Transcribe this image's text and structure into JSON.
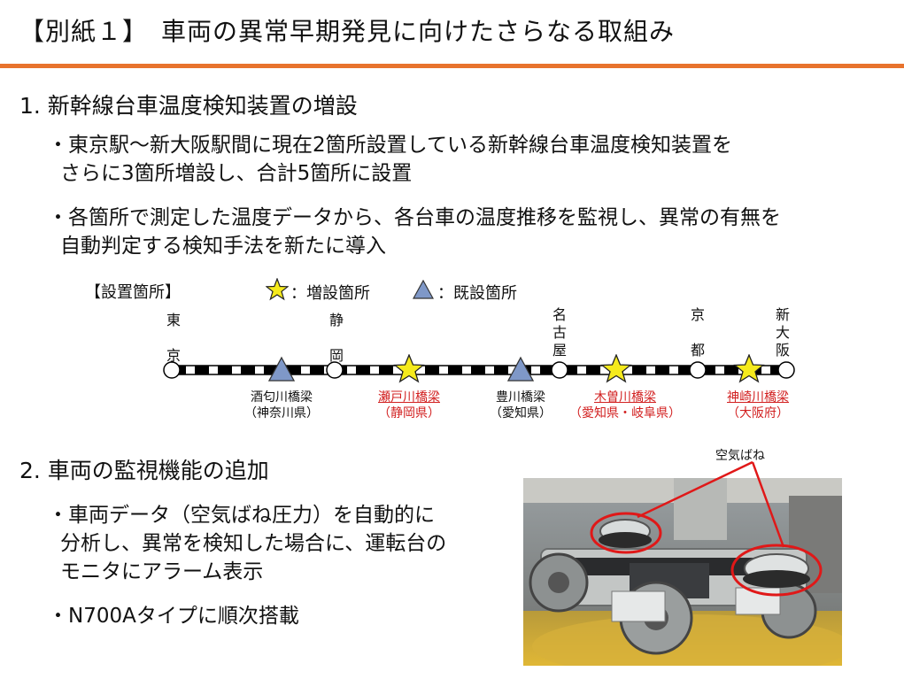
{
  "title": "【別紙１】　車両の異常早期発見に向けたさらなる取組み",
  "section1": {
    "heading": "1. 新幹線台車温度検知装置の増設",
    "bullets": [
      {
        "lines": [
          "・東京駅～新大阪駅間に現在2箇所設置している新幹線台車温度検知装置を",
          "さらに3箇所増設し、合計5箇所に設置"
        ]
      },
      {
        "lines": [
          "・各箇所で測定した温度データから、各台車の温度推移を監視し、異常の有無を",
          "自動判定する検知手法を新たに導入"
        ]
      }
    ]
  },
  "map": {
    "label": "【設置箇所】",
    "legend_new": "：増設箇所",
    "legend_existing": "：既設箇所",
    "colors": {
      "star": "#f5ea1c",
      "triangle": "#7f98c8",
      "new_text": "#d22020"
    },
    "stations": [
      {
        "chars": [
          "東",
          "",
          "京"
        ]
      },
      {
        "chars": [
          "静",
          "",
          "岡"
        ]
      },
      {
        "chars": [
          "名",
          "古",
          "屋"
        ]
      },
      {
        "chars": [
          "京",
          "",
          "都"
        ]
      },
      {
        "chars": [
          "新",
          "大",
          "阪"
        ]
      }
    ],
    "sites": [
      {
        "type": "existing",
        "name": "酒匂川橋梁",
        "pref": "（神奈川県）"
      },
      {
        "type": "new",
        "name": "瀬戸川橋梁",
        "pref": "（静岡県）"
      },
      {
        "type": "existing",
        "name": "豊川橋梁",
        "pref": "（愛知県）"
      },
      {
        "type": "new",
        "name": "木曽川橋梁",
        "pref": "（愛知県・岐阜県）"
      },
      {
        "type": "new",
        "name": "神崎川橋梁",
        "pref": "（大阪府）"
      }
    ]
  },
  "section2": {
    "heading": "2. 車両の監視機能の追加",
    "bullets": [
      {
        "lines": [
          "・車両データ（空気ばね圧力）を自動的に",
          "分析し、異常を検知した場合に、運転台の",
          "モニタにアラーム表示"
        ]
      },
      {
        "lines": [
          "・N700Aタイプに順次搭載"
        ]
      }
    ]
  },
  "photo": {
    "callout": "空気ばね"
  }
}
